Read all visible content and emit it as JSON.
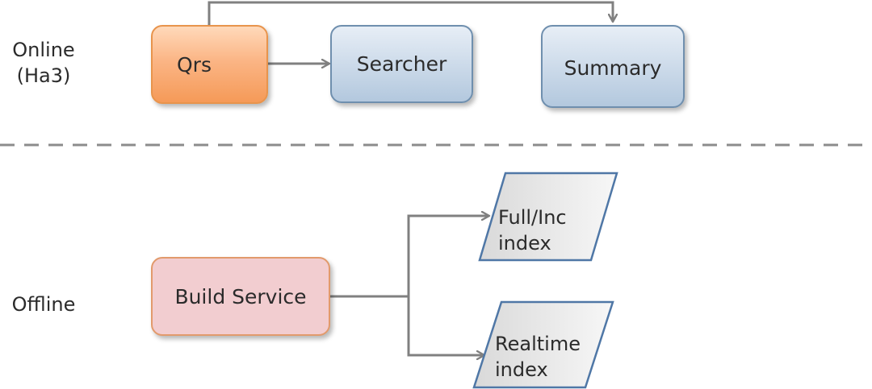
{
  "sections": {
    "online_label": "Online\n(Ha3)",
    "offline_label": "Offline"
  },
  "nodes": {
    "qrs": "Qrs",
    "searcher": "Searcher",
    "summary": "Summary",
    "build_service": "Build Service",
    "full_inc_index": "Full/Inc\nindex",
    "realtime_index": "Realtime\nindex"
  },
  "colors": {
    "qrs_fill": "#f8a76a",
    "qrs_border": "#e8944c",
    "server_fill": "#cddbea",
    "server_border": "#6f8fae",
    "build_fill": "#f2cdd0",
    "build_border": "#e29a6c",
    "index_fill": "#ececec",
    "index_border": "#4f77a6",
    "connector": "#808080",
    "divider": "#8c8c8c"
  }
}
